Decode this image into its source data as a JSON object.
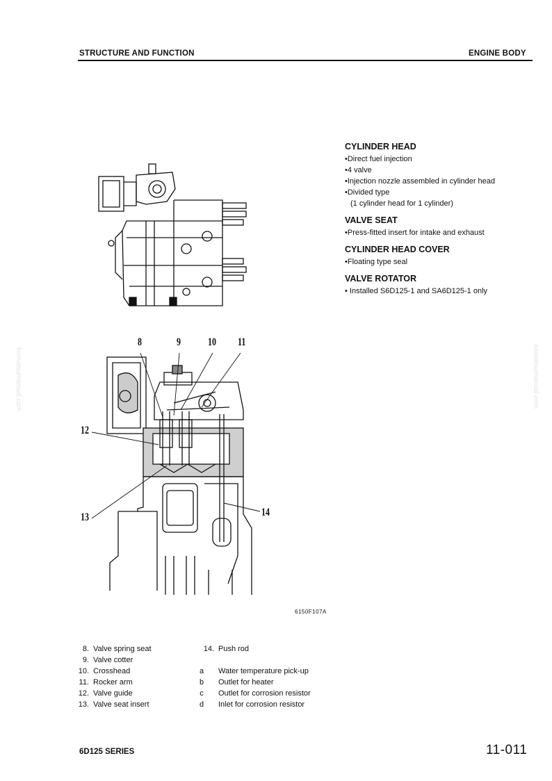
{
  "header": {
    "left": "STRUCTURE AND FUNCTION",
    "right": "ENGINE BODY"
  },
  "sections": [
    {
      "title": "CYLINDER HEAD",
      "items": [
        "•Direct fuel injection",
        "•4 valve",
        "•Injection nozzle assembled in cylinder head",
        "•Divided type",
        "(1 cylinder head for 1 cylinder)"
      ]
    },
    {
      "title": "VALVE SEAT",
      "items": [
        "•Press-fitted insert for intake and exhaust"
      ]
    },
    {
      "title": "CYLINDER HEAD COVER",
      "items": [
        "•Floating type seal"
      ]
    },
    {
      "title": "VALVE ROTATOR",
      "items": [
        "• Installed S6D125-1 and SA6D125-1 only"
      ]
    }
  ],
  "figure": {
    "code": "6150F107A",
    "callouts": [
      "8",
      "9",
      "10",
      "11",
      "12",
      "13",
      "14"
    ]
  },
  "legend": {
    "left": [
      {
        "num": "8.",
        "text": "Valve spring seat"
      },
      {
        "num": "9.",
        "text": "Valve cotter"
      },
      {
        "num": "10.",
        "text": "Crosshead"
      },
      {
        "num": "11.",
        "text": "Rocker arm"
      },
      {
        "num": "12.",
        "text": "Valve guide"
      },
      {
        "num": "13.",
        "text": "Valve seat insert"
      }
    ],
    "right": [
      {
        "num": "14.",
        "text": "Push rod"
      },
      {
        "num": "",
        "text": ""
      },
      {
        "num": "a",
        "text": "Water temperature pick-up"
      },
      {
        "num": "b",
        "text": "Outlet for heater"
      },
      {
        "num": "c",
        "text": "Outlet for corrosion resistor"
      },
      {
        "num": "d",
        "text": "Inlet for corrosion resistor"
      }
    ]
  },
  "footer": {
    "series": "6D125 SERIES",
    "page": "11-011"
  },
  "watermark": "komatsumanual.com"
}
